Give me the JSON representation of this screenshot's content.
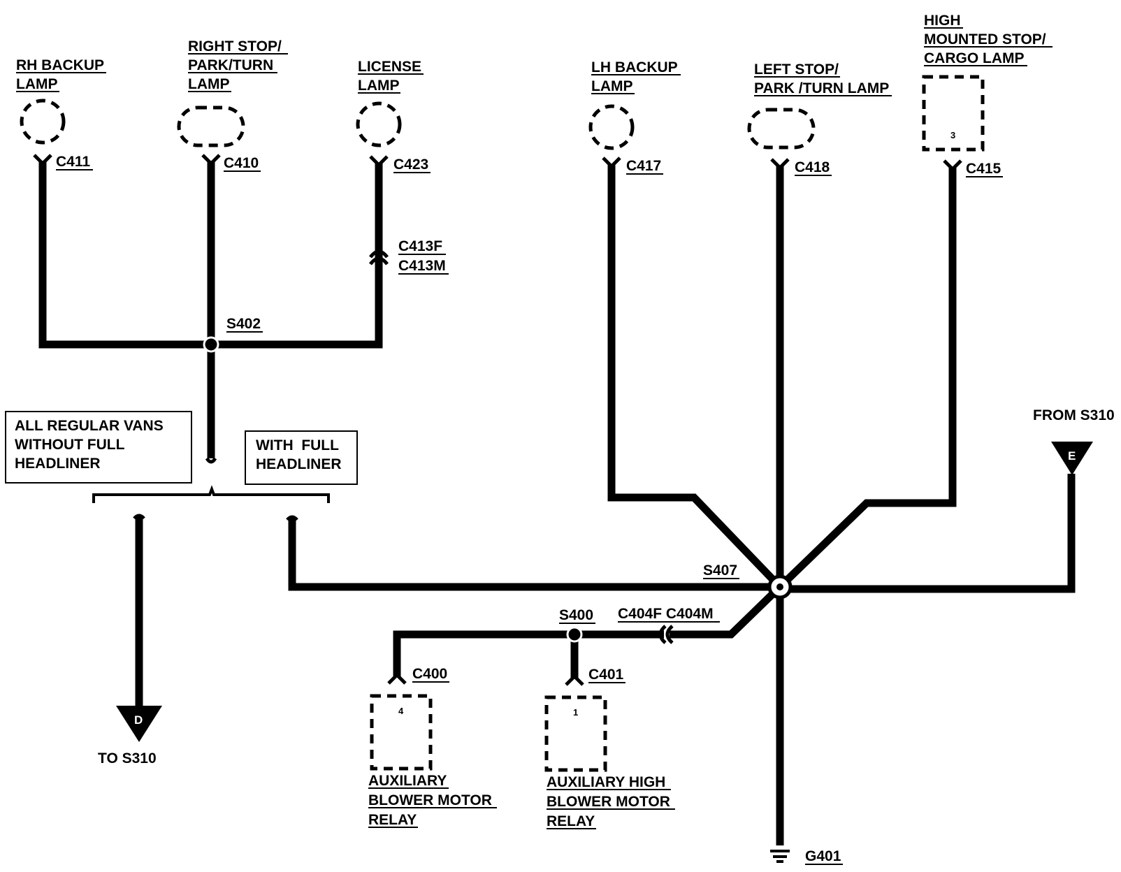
{
  "lamps": {
    "rh_backup": [
      "RH BACKUP",
      "LAMP"
    ],
    "right_stop": [
      "RIGHT STOP/",
      "PARK/TURN",
      "LAMP"
    ],
    "license": [
      "LICENSE",
      "LAMP"
    ],
    "lh_backup": [
      "LH BACKUP",
      "LAMP"
    ],
    "left_stop": [
      "LEFT STOP/",
      "PARK /TURN LAMP"
    ],
    "high_mount": [
      "HIGH",
      "MOUNTED STOP/",
      "CARGO LAMP"
    ],
    "high_mount_pin": "3"
  },
  "connectors": {
    "c411": "C411",
    "c410": "C410",
    "c423": "C423",
    "c413f": "C413F",
    "c413m": "C413M",
    "c417": "C417",
    "c418": "C418",
    "c415": "C415",
    "c400": "C400",
    "c401": "C401",
    "c404": "C404F C404M"
  },
  "splices": {
    "s402": "S402",
    "s407": "S407",
    "s400": "S400"
  },
  "notes": {
    "regular": [
      "ALL REGULAR VANS",
      "WITHOUT FULL",
      "HEADLINER"
    ],
    "full": [
      "WITH  FULL",
      "HEADLINER"
    ]
  },
  "terminals": {
    "d_letter": "D",
    "d_label": "TO S310",
    "e_letter": "E",
    "e_label": "FROM S310"
  },
  "relays": {
    "aux_blower": [
      "AUXILIARY",
      "BLOWER MOTOR",
      "RELAY"
    ],
    "aux_blower_pin": "4",
    "aux_high": [
      "AUXILIARY HIGH",
      "BLOWER MOTOR",
      "RELAY"
    ],
    "aux_high_pin": "1"
  },
  "ground": {
    "g401": "G401"
  }
}
